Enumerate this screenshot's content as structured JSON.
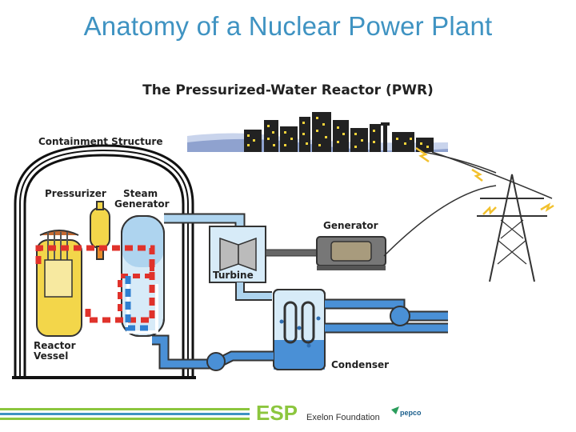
{
  "slide": {
    "title": "Anatomy of a Nuclear Power Plant"
  },
  "diagram": {
    "title": "The Pressurized-Water Reactor (PWR)",
    "labels": {
      "containment": "Containment Structure",
      "pressurizer": "Pressurizer",
      "steam_generator_1": "Steam",
      "steam_generator_2": "Generator",
      "generator": "Generator",
      "turbine": "Turbine",
      "reactor_1": "Reactor",
      "reactor_2": "Vessel",
      "condenser": "Condenser"
    }
  },
  "footer": {
    "esp_logo": "ESP",
    "exelon": "Exelon Foundation",
    "pepco": "pepco"
  },
  "colors": {
    "title": "#3f93c2",
    "hot_loop": "#e0322b",
    "cold_loop": "#2f7fd0",
    "steam_pipe": "#aed4ef",
    "water_pipe": "#4a90d6",
    "reactor_core": "#f3d64a",
    "footer_green": "#8cc63e",
    "footer_blue": "#3f93c2"
  }
}
